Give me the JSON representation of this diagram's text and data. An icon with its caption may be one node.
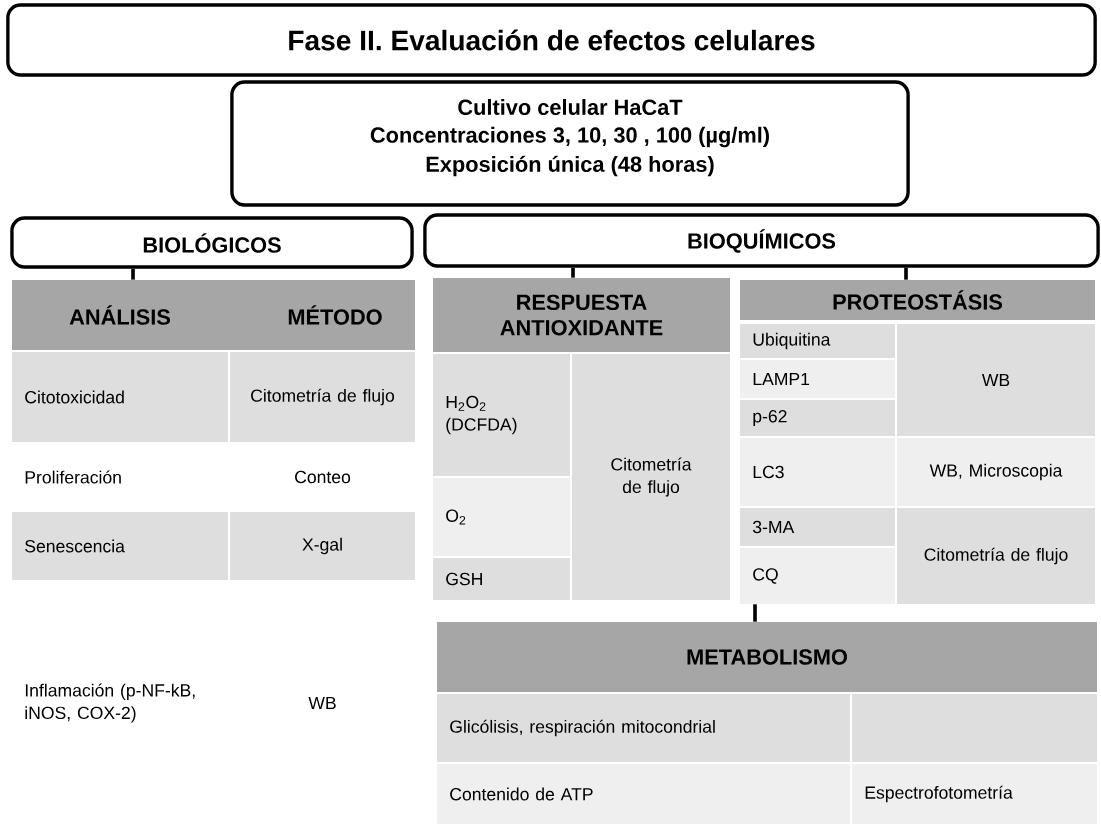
{
  "diagram": {
    "nodes": [
      {
        "text": [
          "Fase II. Evaluación de efectos celulares"
        ]
      },
      {
        "text": [
          "Cultivo celular HaCaT",
          "Concentraciones 3, 10, 30 , 100 (µg/ml)",
          "Exposición única (48 horas)"
        ]
      },
      {
        "text": [
          "BIOLÓGICOS"
        ]
      },
      {
        "text": [
          "BIOQUÍMICOS"
        ]
      },
      {
        "text": [
          "ANÁLISIS",
          "MÉTODO",
          "Citotoxicidad",
          "Citometría de flujo",
          "Proliferación",
          "Conteo",
          "Senescencia",
          "X-gal",
          "Inflamación (p-NF-kB, iNOS, COX-2)",
          "WB"
        ]
      },
      {
        "text": [
          "RESPUESTA ANTIOXIDANTE",
          "H$_{2}$O$_{2}$ (DCFDA)",
          "Citometría de flujo",
          "O$_{2}$",
          "GSH"
        ]
      },
      {
        "text": [
          "PROTEOSTÁSIS",
          "Ubiquitina",
          "WB",
          "LAMP1",
          "p-62",
          "LC3",
          "WB, Microscopia",
          "3-MA",
          "Citometría de flujo",
          "CQ"
        ]
      },
      {
        "text": [
          "METABOLISMO",
          "Glicólisis, respiración mitocondrial",
          "Contenido de ATP",
          "Espectrofotometría"
        ]
      }
    ],
    "edges": [
      {
        "from": 2,
        "to": 4,
        "arrow": "none"
      },
      {
        "from": 3,
        "to": 5,
        "arrow": "none"
      },
      {
        "from": 3,
        "to": 6,
        "arrow": "none"
      },
      {
        "from": 6,
        "to": 7,
        "arrow": "none"
      }
    ]
  }
}
